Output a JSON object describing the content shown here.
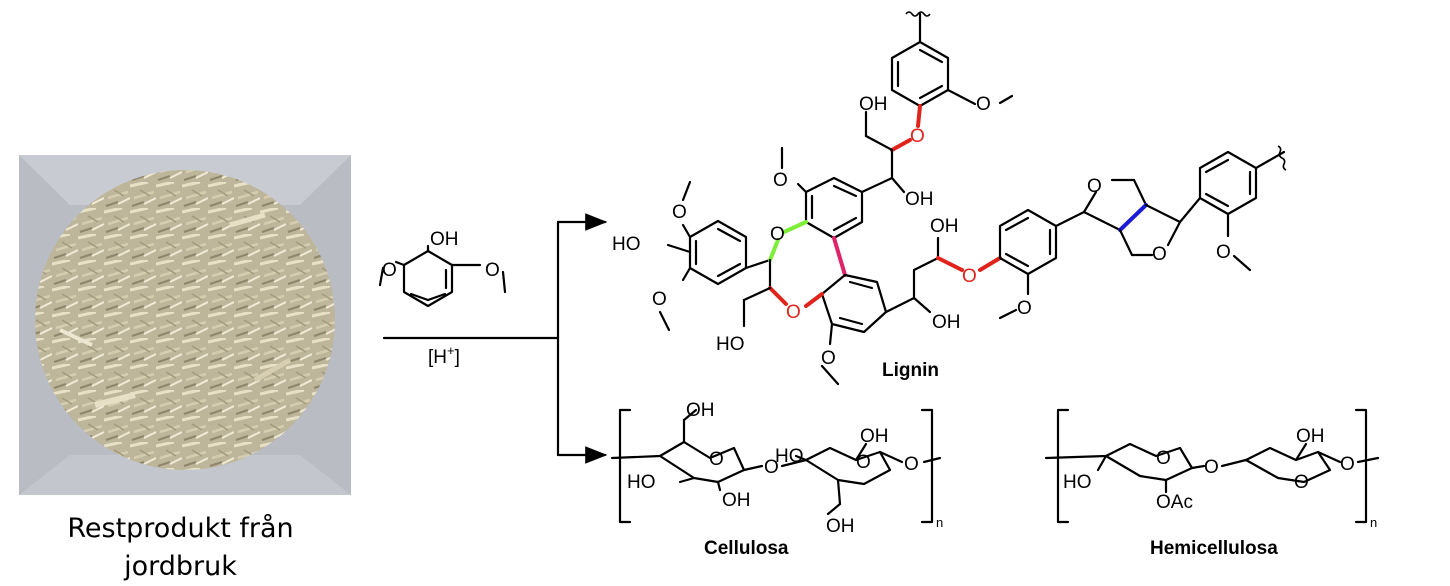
{
  "photo": {
    "caption_line1": "Restprodukt från",
    "caption_line2": "jordbruk"
  },
  "reagent": {
    "oh_label": "OH",
    "o_left": "O",
    "o_right": "O",
    "condition_base": "[H",
    "condition_sup": "+",
    "condition_close": "]"
  },
  "lignin": {
    "name": "Lignin",
    "labels": {
      "oh_top": "OH",
      "o_top_red": "O",
      "o_top_methoxy": "O",
      "oh_upper": "OH",
      "o_methoxy_upper": "O",
      "o_left_methoxy_top": "O",
      "ho_left": "HO",
      "o_left_methoxy_bottom": "O",
      "o_green": "O",
      "o_ring_red": "O",
      "ho_bottom": "HO",
      "o_bottom_methoxy": "O",
      "oh_right_top": "OH",
      "o_right_red": "O",
      "oh_right_bottom": "OH",
      "o_aryl_methoxy": "O",
      "o_furan_top": "O",
      "o_furan_bottom": "O",
      "o_far_methoxy": "O"
    }
  },
  "cellulose": {
    "name": "Cellulosa",
    "labels": {
      "oh_top": "OH",
      "ho_left": "HO",
      "o_ring1": "O",
      "o_link": "O",
      "oh_ring1": "OH",
      "ho_ring2": "HO",
      "oh_ring2_top": "OH",
      "o_ring2": "O",
      "o_end": "O",
      "oh_bottom": "OH",
      "n": "n"
    }
  },
  "hemicellulose": {
    "name": "Hemicellulosa",
    "labels": {
      "ho": "HO",
      "o_ring1": "O",
      "o_link": "O",
      "oac": "OAc",
      "oh": "OH",
      "o_ring2": "O",
      "o_end": "O",
      "n": "n"
    }
  },
  "colors": {
    "red_bond": "#e0241b",
    "green_bond": "#7cee38",
    "pink_bond": "#e0246a",
    "blue_bond": "#1b1bd8",
    "photo_background": "#b9bcc3",
    "straw": "#c9bf9d"
  }
}
